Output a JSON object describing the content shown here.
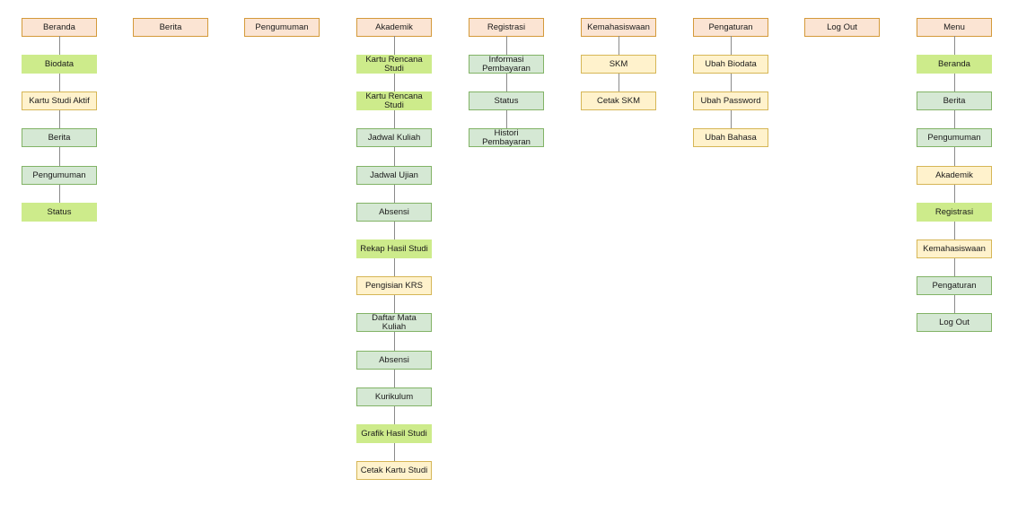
{
  "columns": [
    {
      "id": "beranda",
      "header": {
        "label": "Beranda",
        "style": "orange"
      },
      "items": [
        {
          "label": "Biodata",
          "style": "lime"
        },
        {
          "label": "Kartu Studi Aktif",
          "style": "yellow"
        },
        {
          "label": "Berita",
          "style": "green"
        },
        {
          "label": "Pengumuman",
          "style": "green"
        },
        {
          "label": "Status",
          "style": "lime"
        }
      ]
    },
    {
      "id": "berita",
      "header": {
        "label": "Berita",
        "style": "orange"
      },
      "items": []
    },
    {
      "id": "pengumuman",
      "header": {
        "label": "Pengumuman",
        "style": "orange"
      },
      "items": []
    },
    {
      "id": "akademik",
      "header": {
        "label": "Akademik",
        "style": "orange"
      },
      "items": [
        {
          "label": "Kartu Rencana Studi",
          "style": "lime"
        },
        {
          "label": "Kartu Rencana Studi",
          "style": "lime"
        },
        {
          "label": "Jadwal Kuliah",
          "style": "green"
        },
        {
          "label": "Jadwal Ujian",
          "style": "green"
        },
        {
          "label": "Absensi",
          "style": "green"
        },
        {
          "label": "Rekap Hasil Studi",
          "style": "lime"
        },
        {
          "label": "Pengisian KRS",
          "style": "yellow"
        },
        {
          "label": "Daftar Mata Kuliah",
          "style": "green"
        },
        {
          "label": "Absensi",
          "style": "green"
        },
        {
          "label": "Kurikulum",
          "style": "green"
        },
        {
          "label": "Grafik Hasil Studi",
          "style": "lime"
        },
        {
          "label": "Cetak Kartu Studi",
          "style": "yellow"
        }
      ]
    },
    {
      "id": "registrasi",
      "header": {
        "label": "Registrasi",
        "style": "orange"
      },
      "items": [
        {
          "label": "Informasi Pembayaran",
          "style": "green"
        },
        {
          "label": "Status",
          "style": "green"
        },
        {
          "label": "Histori Pembayaran",
          "style": "green"
        }
      ]
    },
    {
      "id": "kemahasiswaan",
      "header": {
        "label": "Kemahasiswaan",
        "style": "orange"
      },
      "items": [
        {
          "label": "SKM",
          "style": "yellow"
        },
        {
          "label": "Cetak SKM",
          "style": "yellow"
        }
      ]
    },
    {
      "id": "pengaturan",
      "header": {
        "label": "Pengaturan",
        "style": "orange"
      },
      "items": [
        {
          "label": "Ubah Biodata",
          "style": "yellow"
        },
        {
          "label": "Ubah Password",
          "style": "yellow"
        },
        {
          "label": "Ubah Bahasa",
          "style": "yellow"
        }
      ]
    },
    {
      "id": "logout",
      "header": {
        "label": "Log Out",
        "style": "orange"
      },
      "items": []
    },
    {
      "id": "menu",
      "header": {
        "label": "Menu",
        "style": "orange"
      },
      "items": [
        {
          "label": "Beranda",
          "style": "lime"
        },
        {
          "label": "Berita",
          "style": "green"
        },
        {
          "label": "Pengumuman",
          "style": "green"
        },
        {
          "label": "Akademik",
          "style": "yellow"
        },
        {
          "label": "Registrasi",
          "style": "lime"
        },
        {
          "label": "Kemahasiswaan",
          "style": "yellow"
        },
        {
          "label": "Pengaturan",
          "style": "green"
        },
        {
          "label": "Log Out",
          "style": "green"
        }
      ]
    }
  ],
  "colors": {
    "orange_fill": "#fbe4d3",
    "orange_border": "#d49a3a",
    "yellow_fill": "#fff2cc",
    "yellow_border": "#d6b656",
    "green_fill": "#d5e8d4",
    "green_border": "#82b366",
    "lime_fill": "#cdeb8b",
    "connector": "#8a8a8a"
  }
}
